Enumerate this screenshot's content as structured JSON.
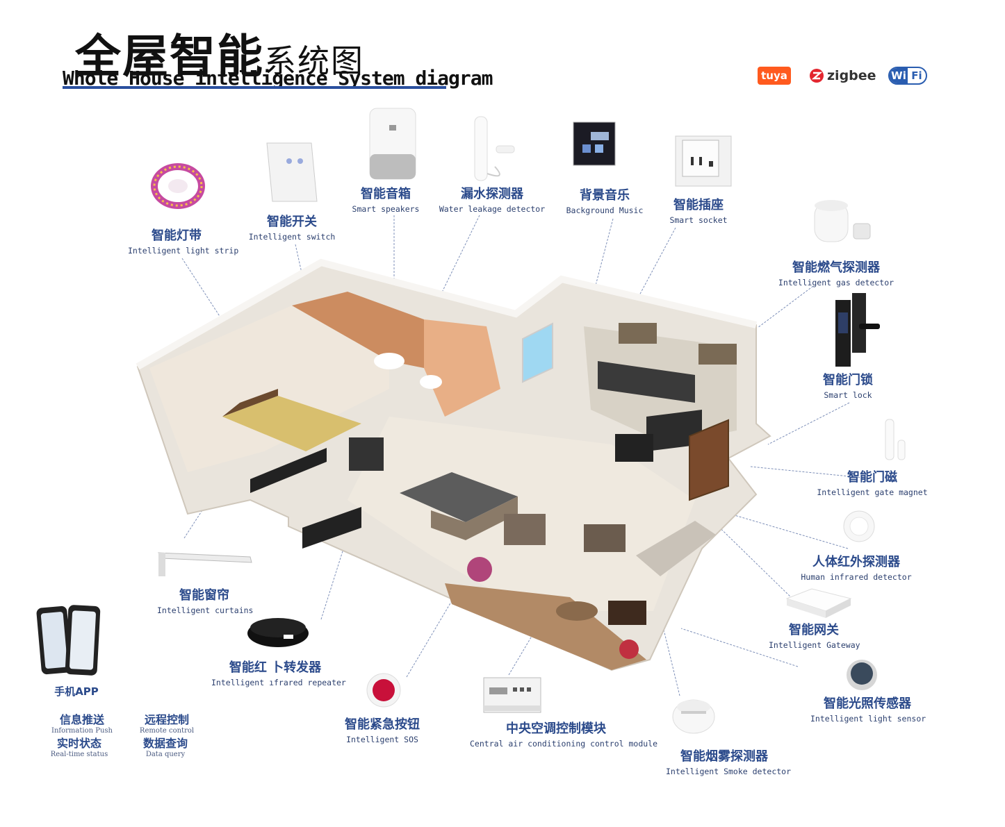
{
  "title": {
    "cn_main": "全屋智能",
    "cn_sub": "系统图",
    "en": "Whole House intelligence System diagram"
  },
  "logos": {
    "tuya": "tuya",
    "zigbee": "zigbee",
    "wifi_a": "Wi",
    "wifi_b": "Fi"
  },
  "colors": {
    "label_blue": "#2b4a8b",
    "tuya_orange": "#ff5a1e",
    "zigbee_red": "#e3262f",
    "wifi_blue": "#2a5db0",
    "leader_line": "#7d8fb8"
  },
  "devices": {
    "light_strip": {
      "cn": "智能灯带",
      "en": "Intelligent light strip",
      "icon": "light-strip-icon"
    },
    "switch": {
      "cn": "智能开关",
      "en": "Intelligent switch",
      "icon": "wall-switch-icon"
    },
    "speaker": {
      "cn": "智能音箱",
      "en": "Smart speakers",
      "icon": "speaker-icon"
    },
    "leak": {
      "cn": "漏水探测器",
      "en": "Water leakage detector",
      "icon": "leak-sensor-icon"
    },
    "music": {
      "cn": "背景音乐",
      "en": "Background Music",
      "icon": "music-panel-icon"
    },
    "socket": {
      "cn": "智能插座",
      "en": "Smart socket",
      "icon": "socket-icon"
    },
    "gas": {
      "cn": "智能燃气探测器",
      "en": "Intelligent gas detector",
      "icon": "gas-detector-icon"
    },
    "lock": {
      "cn": "智能门锁",
      "en": "Smart lock",
      "icon": "door-lock-icon"
    },
    "magnet": {
      "cn": "智能门磁",
      "en": "Intelligent gate magnet",
      "icon": "door-sensor-icon"
    },
    "pir": {
      "cn": "人体红外探测器",
      "en": "Human infrared detector",
      "icon": "pir-sensor-icon"
    },
    "gateway": {
      "cn": "智能网关",
      "en": "Intelligent Gateway",
      "icon": "gateway-icon"
    },
    "light_sensor": {
      "cn": "智能光照传感器",
      "en": "Intelligent light sensor",
      "icon": "light-sensor-icon"
    },
    "smoke": {
      "cn": "智能烟雾探测器",
      "en": "Intelligent Smoke detector",
      "icon": "smoke-detector-icon"
    },
    "ac": {
      "cn": "中央空调控制模块",
      "en": "Central air conditioning control module",
      "icon": "ac-module-icon"
    },
    "sos": {
      "cn": "智能紧急按钮",
      "en": "Intelligent SOS",
      "icon": "sos-button-icon"
    },
    "ir": {
      "cn": "智能红 卜转发器",
      "en": "Intelligent  ıfrared repeater",
      "icon": "ir-repeater-icon"
    },
    "curtain": {
      "cn": "智能窗帘",
      "en": "Intelligent curtains",
      "icon": "curtain-rail-icon"
    }
  },
  "app": {
    "label": "手机APP",
    "icon": "phone-icon",
    "features": [
      {
        "cn": "信息推送",
        "en": "Information Push"
      },
      {
        "cn": "远程控制",
        "en": "Remote control"
      },
      {
        "cn": "实时状态",
        "en": "Real-time status"
      },
      {
        "cn": "数据查询",
        "en": "Data query"
      }
    ]
  }
}
